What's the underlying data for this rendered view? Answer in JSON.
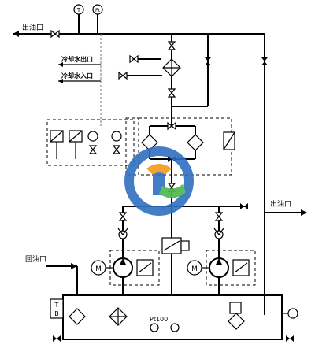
{
  "labels": {
    "outlet_top": "出油口",
    "cooling_out": "冷却水出口",
    "cooling_in": "冷却水入口",
    "outlet_right": "出油口",
    "return_inlet": "回油口",
    "gauge_t": "T",
    "gauge_pt": "Pt",
    "pt100": "Pt100",
    "tank_t": "T",
    "tank_b": "B",
    "motor_m": "M"
  },
  "colors": {
    "line": "#000000",
    "logo_blue": "#2f6fc0",
    "logo_green": "#4bb84a",
    "logo_orange": "#f39a1e"
  }
}
